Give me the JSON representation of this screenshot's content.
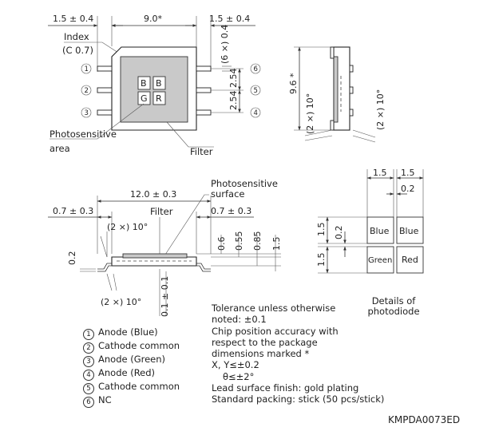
{
  "top_view": {
    "dim_left": "1.5 ± 0.4",
    "dim_width": "9.0*",
    "dim_right": "1.5 ± 0.4",
    "index_label": "Index",
    "index_chamfer": "(C 0.7)",
    "lead_width": "(6 ×) 0.4",
    "pitch_upper": "2.54",
    "pitch_lower": "2.54",
    "cells": [
      "B",
      "B",
      "G",
      "R"
    ],
    "pins_left": [
      "1",
      "2",
      "3"
    ],
    "pins_right": [
      "6",
      "5",
      "4"
    ],
    "photosensitive_label_1": "Photosensitive",
    "photosensitive_label_2": "area",
    "filter_label": "Filter"
  },
  "side_view": {
    "height": "9.6 *",
    "angle_left": "(2 ×) 10°",
    "angle_right": "(2 ×) 10°"
  },
  "section_view": {
    "photosensitive_surface_1": "Photosensitive",
    "photosensitive_surface_2": "surface",
    "length": "12.0 ± 0.3",
    "left_lead": "0.7 ± 0.3",
    "right_lead": "0.7 ± 0.3",
    "filter_label": "Filter",
    "angle_top": "(2 ×) 10°",
    "angle_bottom": "(2 ×) 10°",
    "lead_thickness": "0.2",
    "standoff": "0.1 ± 0.1",
    "h1": "0.6",
    "h2": "0.55",
    "h3": "0.85",
    "h4": "1.5"
  },
  "details": {
    "col1": "1.5",
    "col2": "1.5",
    "gap": "0.2",
    "row1": "1.5",
    "row_gap": "0.2",
    "row2": "1.5",
    "cells": [
      "Blue",
      "Blue",
      "Green",
      "Red"
    ],
    "caption_1": "Details of",
    "caption_2": "photodiode"
  },
  "pin_list": [
    {
      "num": "1",
      "label": "Anode (Blue)"
    },
    {
      "num": "2",
      "label": "Cathode common"
    },
    {
      "num": "3",
      "label": "Anode (Green)"
    },
    {
      "num": "4",
      "label": "Anode (Red)"
    },
    {
      "num": "5",
      "label": "Cathode common"
    },
    {
      "num": "6",
      "label": "NC"
    }
  ],
  "notes": {
    "line1": "Tolerance unless otherwise",
    "line2": "noted: ±0.1",
    "line3": "Chip position accuracy with",
    "line4": "respect to the package",
    "line5": "dimensions marked *",
    "line6": "X, Y≤±0.2",
    "line7": "θ≤±2°",
    "line8": "Lead surface finish: gold plating",
    "line9": "Standard packing: stick (50 pcs/stick)"
  },
  "drawing_code": "KMPDA0073ED"
}
